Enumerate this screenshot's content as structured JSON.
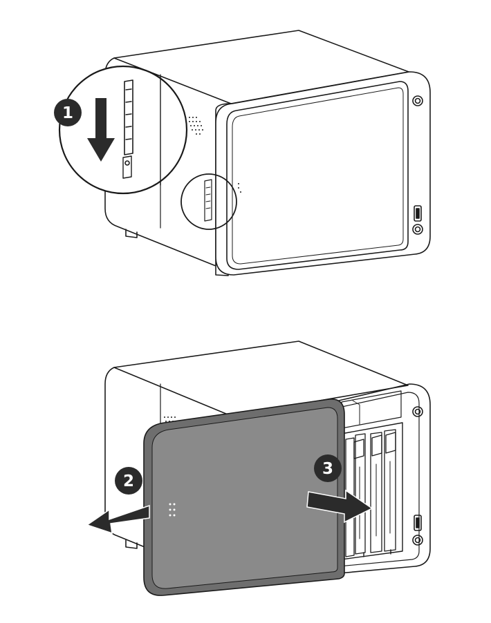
{
  "steps": [
    {
      "number": "1",
      "action": "slide-down-latch"
    },
    {
      "number": "2",
      "action": "remove-front-cover"
    },
    {
      "number": "3",
      "action": "pull-out-drive-tray"
    }
  ],
  "colors": {
    "line": "#1a1a1a",
    "cover_fill": "#8a8a8a",
    "badge_fill": "#2b2b2b",
    "arrow_fill": "#2b2b2b",
    "background": "#ffffff"
  },
  "icons": [
    "down-arrow-icon",
    "left-arrow-icon",
    "right-arrow-icon",
    "usb-port-icon",
    "power-button-icon",
    "copy-button-icon",
    "lock-latch-icon"
  ]
}
